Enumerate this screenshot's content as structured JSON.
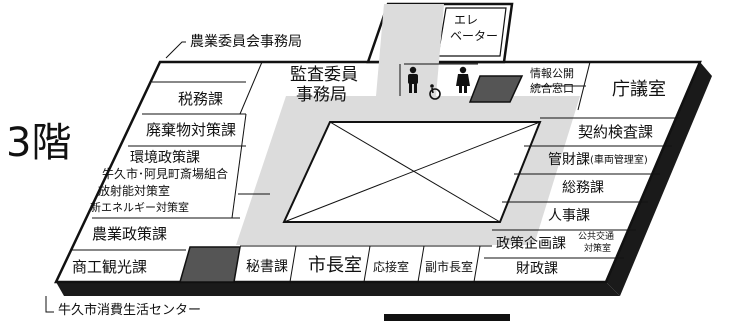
{
  "floor_label": "3階",
  "callouts": {
    "agriculture_committee": "農業委員会事務局",
    "consumer_center": "牛久市消費生活センター"
  },
  "elevator": {
    "line1": "エレ",
    "line2": "ベーター"
  },
  "rooms": {
    "auditor_line1": "監査委員",
    "auditor_line2": "事務局",
    "info_line1": "情報公開",
    "info_line2": "統合窓口",
    "assembly": "庁議室",
    "tax": "税務課",
    "waste": "廃棄物対策課",
    "env_line1": "環境政策課",
    "env_line2": "牛久市･阿見町斎場組合",
    "env_line3": "放射能対策室",
    "env_line4": "新エネルギー対策室",
    "agri_policy": "農業政策課",
    "commerce": "商工観光課",
    "secretary": "秘書課",
    "mayor": "市長室",
    "reception": "応接室",
    "vice_mayor": "副市長室",
    "finance": "財政課",
    "policy_planning": "政策企画課",
    "policy_planning_sub1": "公共交通",
    "policy_planning_sub2": "対策室",
    "personnel": "人事課",
    "general_affairs": "総務課",
    "property_mgmt": "管財課",
    "property_mgmt_sub": "(車両管理室)",
    "contract_inspection": "契約検査課"
  },
  "icons": [
    "male-restroom-icon",
    "female-restroom-icon",
    "wheelchair-icon",
    "stairs-icon"
  ]
}
